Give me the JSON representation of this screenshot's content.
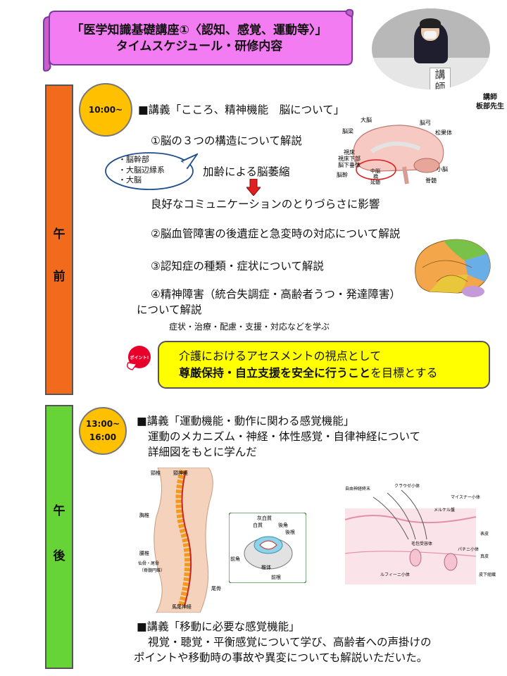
{
  "header": {
    "title_line1": "「医学知識基礎講座①〈認知、感覚、運動等〉」",
    "title_line2": "タイムスケジュール・研修内容",
    "banner_color": "#f47cf2"
  },
  "photo": {
    "sign_text": "講師",
    "caption_line1": "講師",
    "caption_line2": "板部先生"
  },
  "am": {
    "label_line1": "午",
    "label_line2": "前",
    "color": "#f26a1b",
    "time": "10:00~",
    "lecture": "■講義「こころ、精神機能　脳について」",
    "item1": "①脳の３つの構造について解説",
    "callout": [
      "・脳幹部",
      "・大脳辺縁系",
      "・大脳"
    ],
    "atrophy": "加齢による脳萎縮",
    "effect": "良好なコミュニケーションのとりづらさに影響",
    "item2": "②脳血管障害の後遺症と急変時の対応について解説",
    "item3": "③認知症の種類・症状について解説",
    "item4_line1": "④精神障害（統合失調症・高齢者うつ・発達障害）",
    "item4_line2": "について解説",
    "learn": "症状・治療・配慮・支援・対応などを学ぶ",
    "point_badge": "ポイント!",
    "point_line1": "介護におけるアセスメントの視点として",
    "point_line2_bold": "尊厳保持・自立支援を安全に行うこと",
    "point_line2_rest": "を目標とする"
  },
  "brain_labels": {
    "cerebrum": "大脳",
    "fornix": "脳弓",
    "corpus_callosum": "脳梁",
    "pineal": "松果体",
    "thalamus": "視床",
    "hypothalamus": "視床下部",
    "pituitary": "脳下垂体",
    "brainstem": "脳幹",
    "midbrain": "中脳",
    "pons": "橋",
    "medulla": "延髄",
    "cerebellum": "小脳",
    "spinal_cord": "脊髄"
  },
  "pm": {
    "label_line1": "午",
    "label_line2": "後",
    "color": "#66d336",
    "time_line1": "13:00~",
    "time_line2": "16:00",
    "lecture1": "■講義「運動機能・動作に関わる感覚機能」",
    "lecture1_line2": "運動のメカニズム・神経・体性感覚・自律神経について",
    "lecture1_line3": "詳細図をもとに学んだ",
    "lecture2": "■講義「移動に必要な感覚機能」",
    "lecture2_line2": "視覚・聴覚・平衡感覚について学び、高齢者への声掛けの",
    "lecture2_line3": "ポイントや移動時の事故や異変についても解説いただいた。"
  },
  "spine_labels": {
    "cervical": "頸椎",
    "cervical_nerve": "頸神経",
    "thoracic": "胸椎",
    "lumbar": "腰椎",
    "sacrum": "仙骨・尾骨",
    "conus": "（脊髄円錐）",
    "coccyx": "尾骨",
    "cauda": "馬尾神経"
  },
  "cord_labels": {
    "gray": "灰白質",
    "white": "白質",
    "posterior_horn": "後角",
    "dorsal_root": "後根",
    "anterior_horn": "前角",
    "ventral_root": "前根",
    "body": "椎体"
  },
  "skin_labels": {
    "krause": "クラウゼ小体",
    "meissner": "マイスナー小体",
    "merkel": "メルケル盤",
    "free_nerve": "自由神経終末",
    "epidermis": "表皮",
    "dermis": "真皮",
    "hair_follicle": "毛包受容体",
    "pacini": "パチニ小体",
    "ruffini": "ルフィーニ小体",
    "subcutis": "皮下組織"
  }
}
